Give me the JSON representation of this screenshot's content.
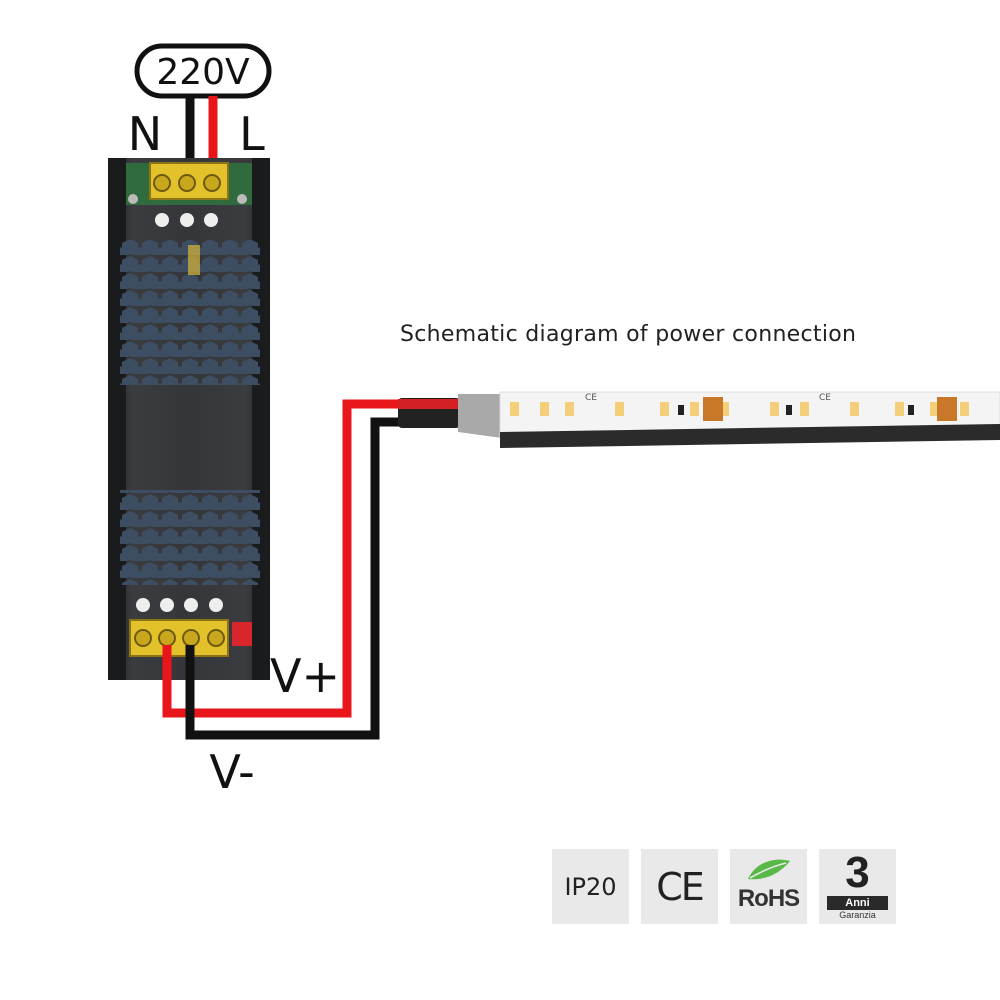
{
  "diagram": {
    "input_voltage": "220V",
    "neutral_label": "N",
    "live_label": "L",
    "positive_label": "V+",
    "negative_label": "V-",
    "caption": "Schematic diagram of power connection",
    "strip_marking": "CE"
  },
  "badges": {
    "ip_rating": "IP20",
    "ce": "CE",
    "rohs": "RoHS",
    "warranty_number": "3",
    "warranty_unit": "Anni",
    "warranty_word": "Garanzia"
  },
  "colors": {
    "wire_positive": "#e8161b",
    "wire_negative": "#111111",
    "psu_body": "#2f3133",
    "terminal_yellow": "#e2c12b",
    "strip_white": "#f4f4f4",
    "led_warm": "#f3cf7a"
  },
  "icons": [
    "terminal-screw-icon",
    "rohs-leaf-icon",
    "led-chip-icon"
  ]
}
